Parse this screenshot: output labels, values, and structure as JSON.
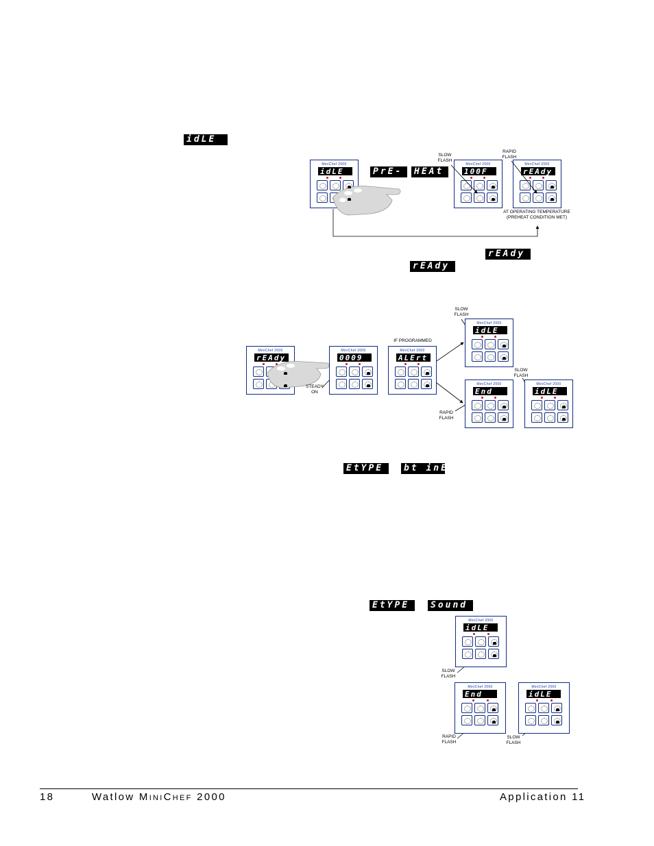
{
  "displays": {
    "idle": "idLE",
    "pre": "PrE-",
    "heat": "HEAt",
    "temp": "100F",
    "ready": "rEAdy",
    "count": "0009",
    "alert": "ALErt",
    "end": "End",
    "etype": "EtYPE",
    "btine": "bt inE",
    "sound": "Sound"
  },
  "brand": "MiniChef 2000",
  "labels": {
    "slow_flash": [
      "SLOW",
      "FLASH"
    ],
    "rapid_flash": [
      "RAPID",
      "FLASH"
    ],
    "steady_on": [
      "STEADY",
      "ON"
    ],
    "if_programmed": "IF PROGRAMMED",
    "at_operating": [
      "AT OPERATING TEMPERATURE",
      "(PREHEAT CONDITION MET)"
    ]
  },
  "footer": {
    "page_number": "18",
    "brand_prefix": "Watlow M",
    "brand_ini": "INI",
    "brand_c": "C",
    "brand_hef": "HEF",
    "brand_suffix": " 2000",
    "section": "Application 11"
  }
}
